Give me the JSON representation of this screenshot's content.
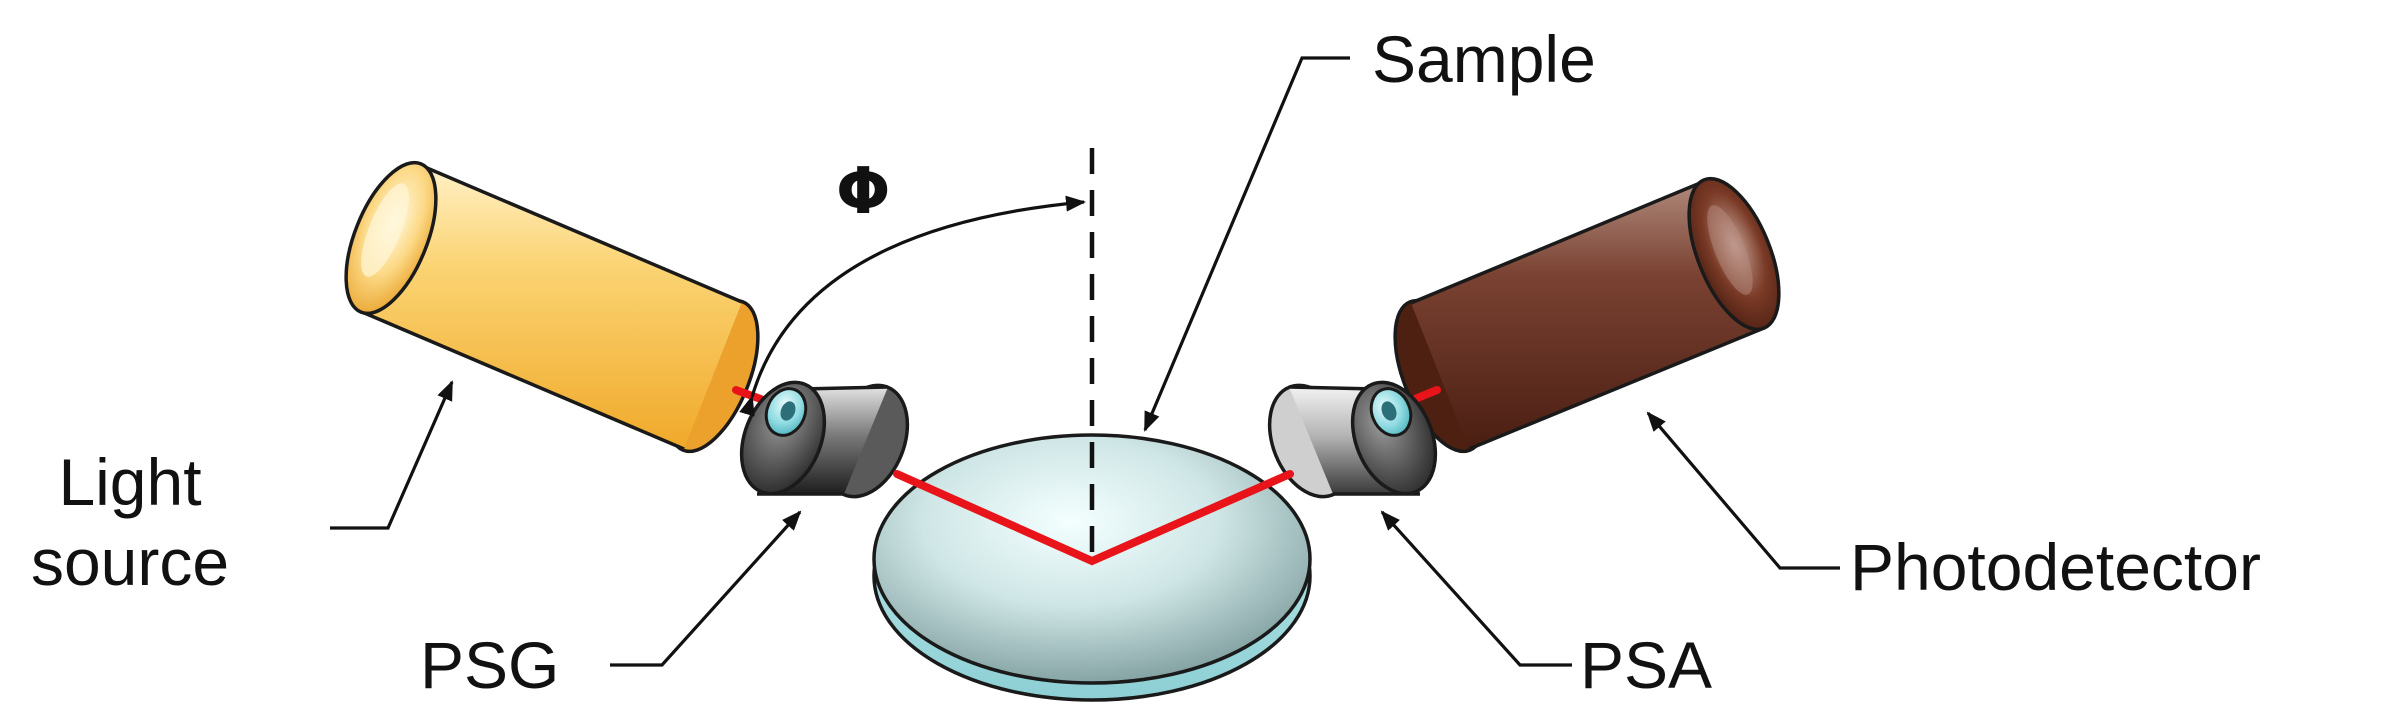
{
  "labels": {
    "sample": "Sample",
    "angle": "Φ",
    "light_source_line1": "Light",
    "light_source_line2": "source",
    "psg": "PSG",
    "psa": "PSA",
    "photodetector": "Photodetector"
  },
  "colors": {
    "beam": "#e8141a",
    "light_source": "#f6b83c",
    "photodetector": "#6a2a1a",
    "sample": "#bfdcdc",
    "polarizer_body": "#4a4a4a",
    "polarizer_lens": "#7fd3da"
  }
}
